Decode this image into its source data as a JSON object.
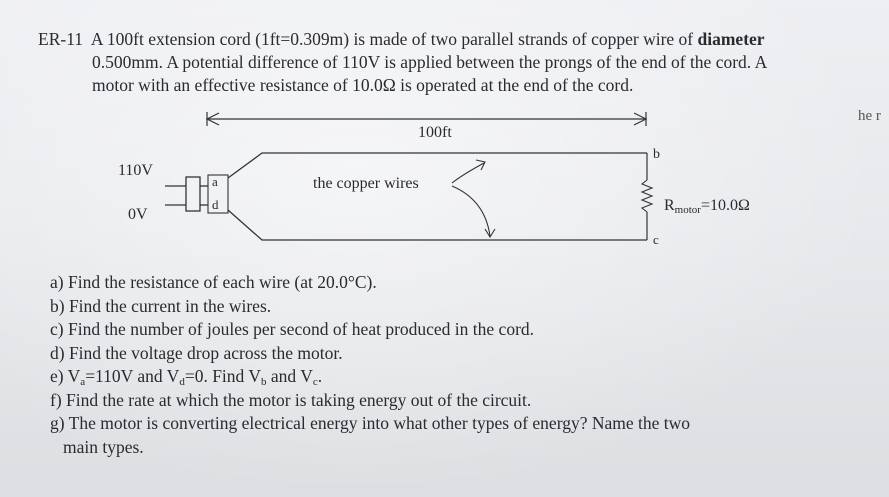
{
  "problem": {
    "id": "ER-11",
    "line1_pre": "A 100ft extension cord (1ft=0.309m) is made of two parallel strands of copper wire of ",
    "line1_bold": "diameter",
    "line2": "0.500mm.  A potential difference of 110V is applied between the prongs of the end of the cord.  A",
    "line3": "motor with an effective resistance of 10.0Ω is operated at the end of the cord."
  },
  "edge_text": "he r",
  "diagram": {
    "length_label": "100ft",
    "v_high": "110V",
    "v_low": "0V",
    "node_a": "a",
    "node_d": "d",
    "node_b": "b",
    "node_c": "c",
    "wire_label": "the copper wires",
    "motor_r_symbol": "R",
    "motor_r_sub": "motor",
    "motor_r_value": "=10.0Ω"
  },
  "questions": {
    "a": "a) Find the resistance of each wire (at 20.0°C).",
    "b": "b) Find the current in the wires.",
    "c": "c) Find the number of joules per second of heat produced in the cord.",
    "d": "d) Find the voltage drop across the motor.",
    "e": {
      "prefix": "e) V",
      "a_sub": "a",
      "mid1": "=110V and  V",
      "d_sub": "d",
      "mid2": "=0.  Find V",
      "b_sub": "b",
      "mid3": " and V",
      "c_sub": "c",
      "end": "."
    },
    "f": "f) Find the rate at which the motor is taking energy out of the circuit.",
    "g1": "g) The motor is converting electrical energy into what other types of energy?  Name the two",
    "g2": "main types."
  }
}
